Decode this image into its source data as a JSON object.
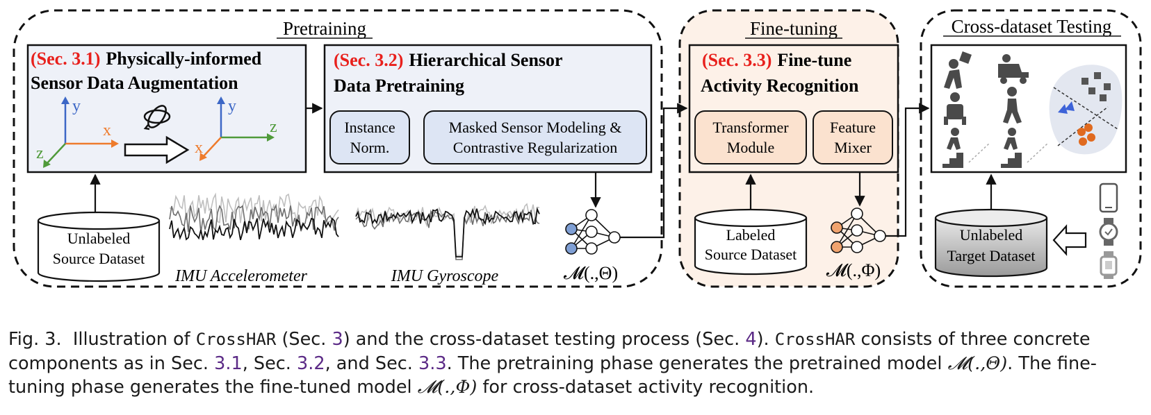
{
  "sections": {
    "pretraining": "Pretraining",
    "finetuning": "Fine-tuning",
    "testing": "Cross-dataset Testing"
  },
  "boxes": {
    "aug": {
      "tag": "(Sec. 3.1)",
      "title1": "Physically-informed",
      "title2": "Sensor Data Augmentation"
    },
    "pre": {
      "tag": "(Sec. 3.2)",
      "title1": "Hierarchical Sensor",
      "title2": "Data Pretraining"
    },
    "ft": {
      "tag": "(Sec. 3.3)",
      "title1": "Fine-tune",
      "title2": "Activity Recognition"
    }
  },
  "modules": {
    "instance_norm": [
      "Instance",
      "Norm."
    ],
    "masked": [
      "Masked Sensor Modeling &",
      "Contrastive Regularization"
    ],
    "transformer": [
      "Transformer",
      "Module"
    ],
    "mixer": [
      "Feature",
      "Mixer"
    ]
  },
  "axes": {
    "x": "x",
    "y": "y",
    "z": "z"
  },
  "datasets": {
    "unlabeled_source": [
      "Unlabeled",
      "Source Dataset"
    ],
    "labeled_source": [
      "Labeled",
      "Source Dataset"
    ],
    "unlabeled_target": [
      "Unlabeled",
      "Target Dataset"
    ]
  },
  "signals": {
    "acc": "IMU Accelerometer",
    "gyro": "IMU Gyroscope"
  },
  "models": {
    "theta": "𝓜(.,Θ)",
    "phi": "𝓜(.,Φ)"
  },
  "caption": {
    "fig": "Fig. 3.",
    "p1": "Illustration of",
    "name": "CrossHAR",
    "p2": "(Sec.",
    "r3": "3",
    "p3": ") and the cross-dataset testing process (Sec.",
    "r4": "4",
    "p4": ").",
    "p5": "consists of three concrete components as in Sec.",
    "r31": "3.1",
    "p6": ", Sec.",
    "r32": "3.2",
    "p7": ", and Sec.",
    "r33": "3.3",
    "p8": ". The pretraining phase generates the pretrained model",
    "m1": "𝓜(.,Θ)",
    "p9": ". The fine-tuning phase generates the fine-tuned model",
    "m2": "𝓜(.,Φ)",
    "p10": "for cross-dataset activity recognition."
  },
  "colors": {
    "red_tag": "#e8201c",
    "box_fill": "#eef1f8",
    "module_fill": "#dde5f4",
    "finetune_bg": "#fdf1e8",
    "finetune_module": "#fbe2cf",
    "node_blue": "#7f9fd4",
    "node_orange": "#f0a36e",
    "axis_x": "#ee7b2c",
    "axis_y": "#3c67c6",
    "axis_z": "#4f9a3a"
  }
}
